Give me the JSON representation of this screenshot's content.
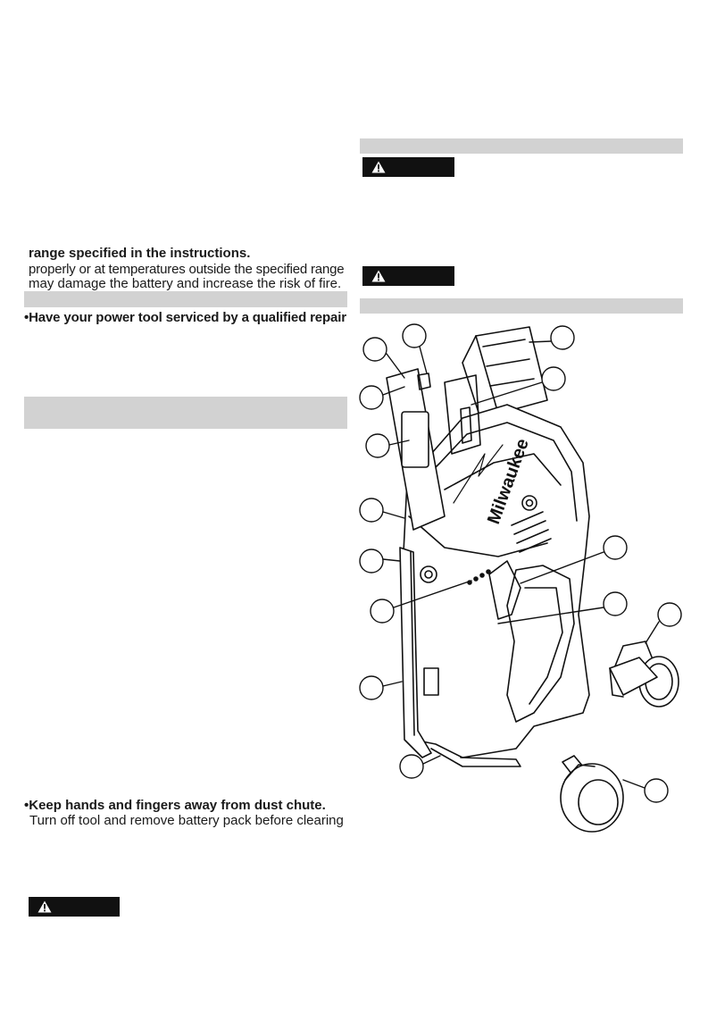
{
  "left_column": {
    "battery_heading_tail": "range specified in the instructions.",
    "battery_line1": "properly or at temperatures outside the specified range",
    "battery_line2": "may damage the battery and increase the risk of fire.",
    "service_line": "•Have your power tool serviced by a qualified repair",
    "dust_heading": "•Keep hands and fingers away from dust chute.",
    "dust_line": "Turn off tool and remove battery pack before clearing"
  },
  "figure": {
    "brand_mark": "Milwaukee"
  }
}
